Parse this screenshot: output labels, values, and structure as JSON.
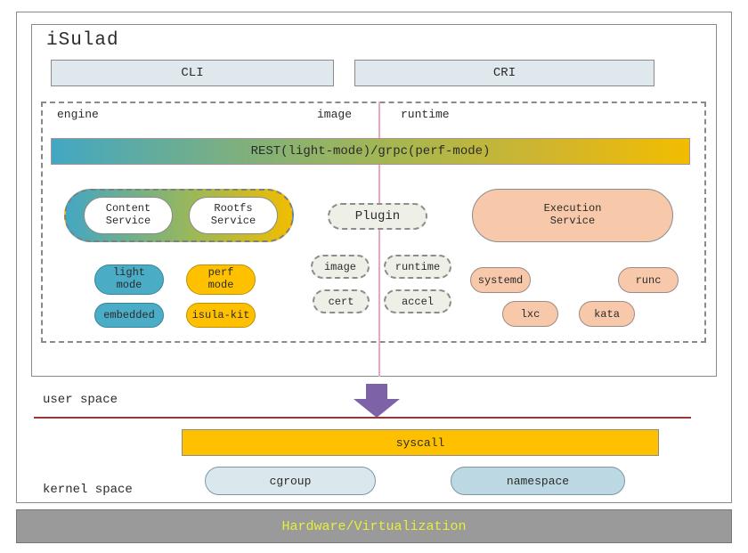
{
  "header": {
    "title": "iSulad",
    "cli_label": "CLI",
    "cri_label": "CRI"
  },
  "sections": {
    "engine_label": "engine",
    "image_label": "image",
    "runtime_label": "runtime"
  },
  "rest_bar_label": "REST(light-mode)/grpc(perf-mode)",
  "engine_section": {
    "content_service": "Content\nService",
    "rootfs_service": "Rootfs\nService",
    "modes": [
      "light\nmode",
      "perf\nmode",
      "embedded",
      "isula-kit"
    ]
  },
  "image_section": {
    "plugin_label": "Plugin",
    "plugins": [
      "image",
      "runtime",
      "cert",
      "accel"
    ]
  },
  "runtime_section": {
    "execution_service": "Execution\nService",
    "runtimes": [
      "systemd",
      "runc",
      "lxc",
      "kata"
    ]
  },
  "spaces": {
    "user_space": "user space",
    "kernel_space": "kernel space"
  },
  "kernel": {
    "syscall": "syscall",
    "cgroup": "cgroup",
    "namespace": "namespace"
  },
  "hardware_label": "Hardware/Virtualization",
  "colors": {
    "teal": "#4bacc6",
    "gold": "#ffc000",
    "salmon": "#f7c8a9",
    "plugin_bg": "#eef0e7",
    "pink_divider": "#f0a6ba",
    "purple_arrow": "#7d62a8",
    "maroon_line": "#953734",
    "hardware_bar_bg": "#9a9a9a",
    "hardware_text": "#e8ef3a",
    "top_box_bg": "#dfe9ed",
    "cgroup_bg": "#dae8ee",
    "namespace_bg": "#bcd8e2"
  }
}
